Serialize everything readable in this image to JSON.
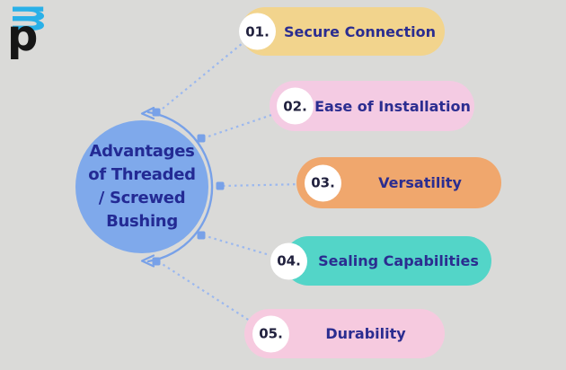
{
  "canvas": {
    "bg": "#dadad8"
  },
  "logo": {
    "letter_p": "p",
    "letter_m": "m",
    "p_color": "#161616",
    "m_color": "#29b0e8"
  },
  "hub": {
    "title": "Advantages of Threaded / Screwed Bushing",
    "title_lines": [
      "Advantages",
      "of Threaded",
      "/ Screwed",
      "Bushing"
    ],
    "fill": "#7fa9eb",
    "text_color": "#232a94"
  },
  "connector": {
    "arc_color": "#78a1e8",
    "dot_color": "#9bb8ef"
  },
  "palette": {
    "badge_bg": "#ffffff",
    "number_color": "#21213e",
    "label_color": "#2b2d90"
  },
  "items": [
    {
      "number": "01.",
      "label": "Secure Connection",
      "pill_color": "#f2d48d"
    },
    {
      "number": "02.",
      "label": "Ease of Installation",
      "pill_color": "#f4cbe3"
    },
    {
      "number": "03.",
      "label": "Versatility",
      "pill_color": "#f0a76d"
    },
    {
      "number": "04.",
      "label": "Sealing Capabilities",
      "pill_color": "#53d5c8"
    },
    {
      "number": "05.",
      "label": "Durability",
      "pill_color": "#f6cadf"
    }
  ]
}
